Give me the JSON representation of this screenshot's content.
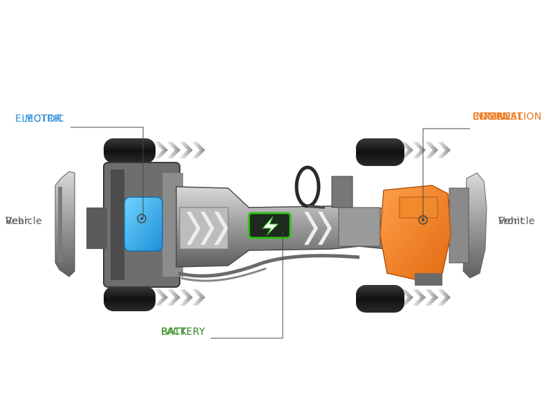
{
  "labels": {
    "electric_motor": [
      "ELECTRIC",
      "MOTOR"
    ],
    "internal_combustion_engine": [
      "INTERNAL",
      "COMBUSTION",
      "ENGINE"
    ],
    "battery_pack": [
      "BATTERY",
      "PACK"
    ],
    "vehicle_rear": [
      "Vehicle",
      "Rear"
    ],
    "vehicle_front": [
      "Vehicle",
      "Front"
    ]
  },
  "colors": {
    "electric_motor": "#2f8fd8",
    "internal_combustion_engine": "#e8751a",
    "battery_pack": "#2e8b1e",
    "neutral_text": "#555555"
  }
}
